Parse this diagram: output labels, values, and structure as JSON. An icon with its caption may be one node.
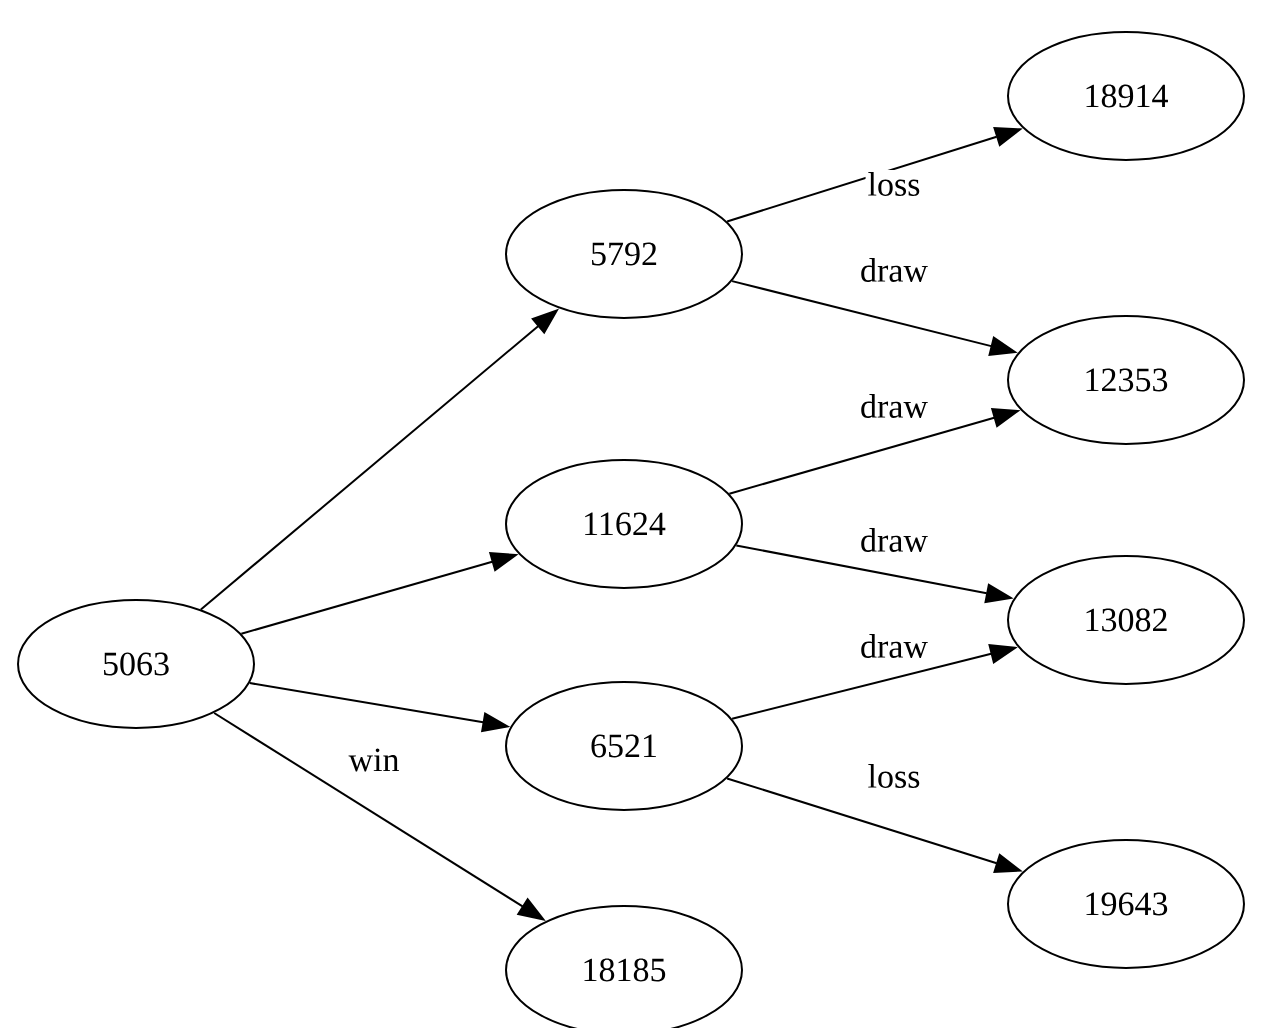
{
  "diagram": {
    "nodes": [
      {
        "text": [
          "5063"
        ]
      },
      {
        "text": [
          "5792"
        ]
      },
      {
        "text": [
          "11624"
        ]
      },
      {
        "text": [
          "6521"
        ]
      },
      {
        "text": [
          "18185"
        ]
      },
      {
        "text": [
          "18914"
        ]
      },
      {
        "text": [
          "12353"
        ]
      },
      {
        "text": [
          "13082"
        ]
      },
      {
        "text": [
          "19643"
        ]
      }
    ],
    "edges": [
      {
        "from": 0,
        "to": 1,
        "arrow": "to"
      },
      {
        "from": 0,
        "to": 2,
        "arrow": "to"
      },
      {
        "from": 0,
        "to": 3,
        "arrow": "to"
      },
      {
        "from": 0,
        "to": 4,
        "arrow": "to",
        "label": "win"
      },
      {
        "from": 1,
        "to": 5,
        "arrow": "to",
        "label": "loss"
      },
      {
        "from": 1,
        "to": 6,
        "arrow": "to",
        "label": "draw"
      },
      {
        "from": 2,
        "to": 6,
        "arrow": "to",
        "label": "draw"
      },
      {
        "from": 2,
        "to": 7,
        "arrow": "to",
        "label": "draw"
      },
      {
        "from": 3,
        "to": 7,
        "arrow": "to",
        "label": "draw"
      },
      {
        "from": 3,
        "to": 8,
        "arrow": "to",
        "label": "loss"
      }
    ]
  }
}
